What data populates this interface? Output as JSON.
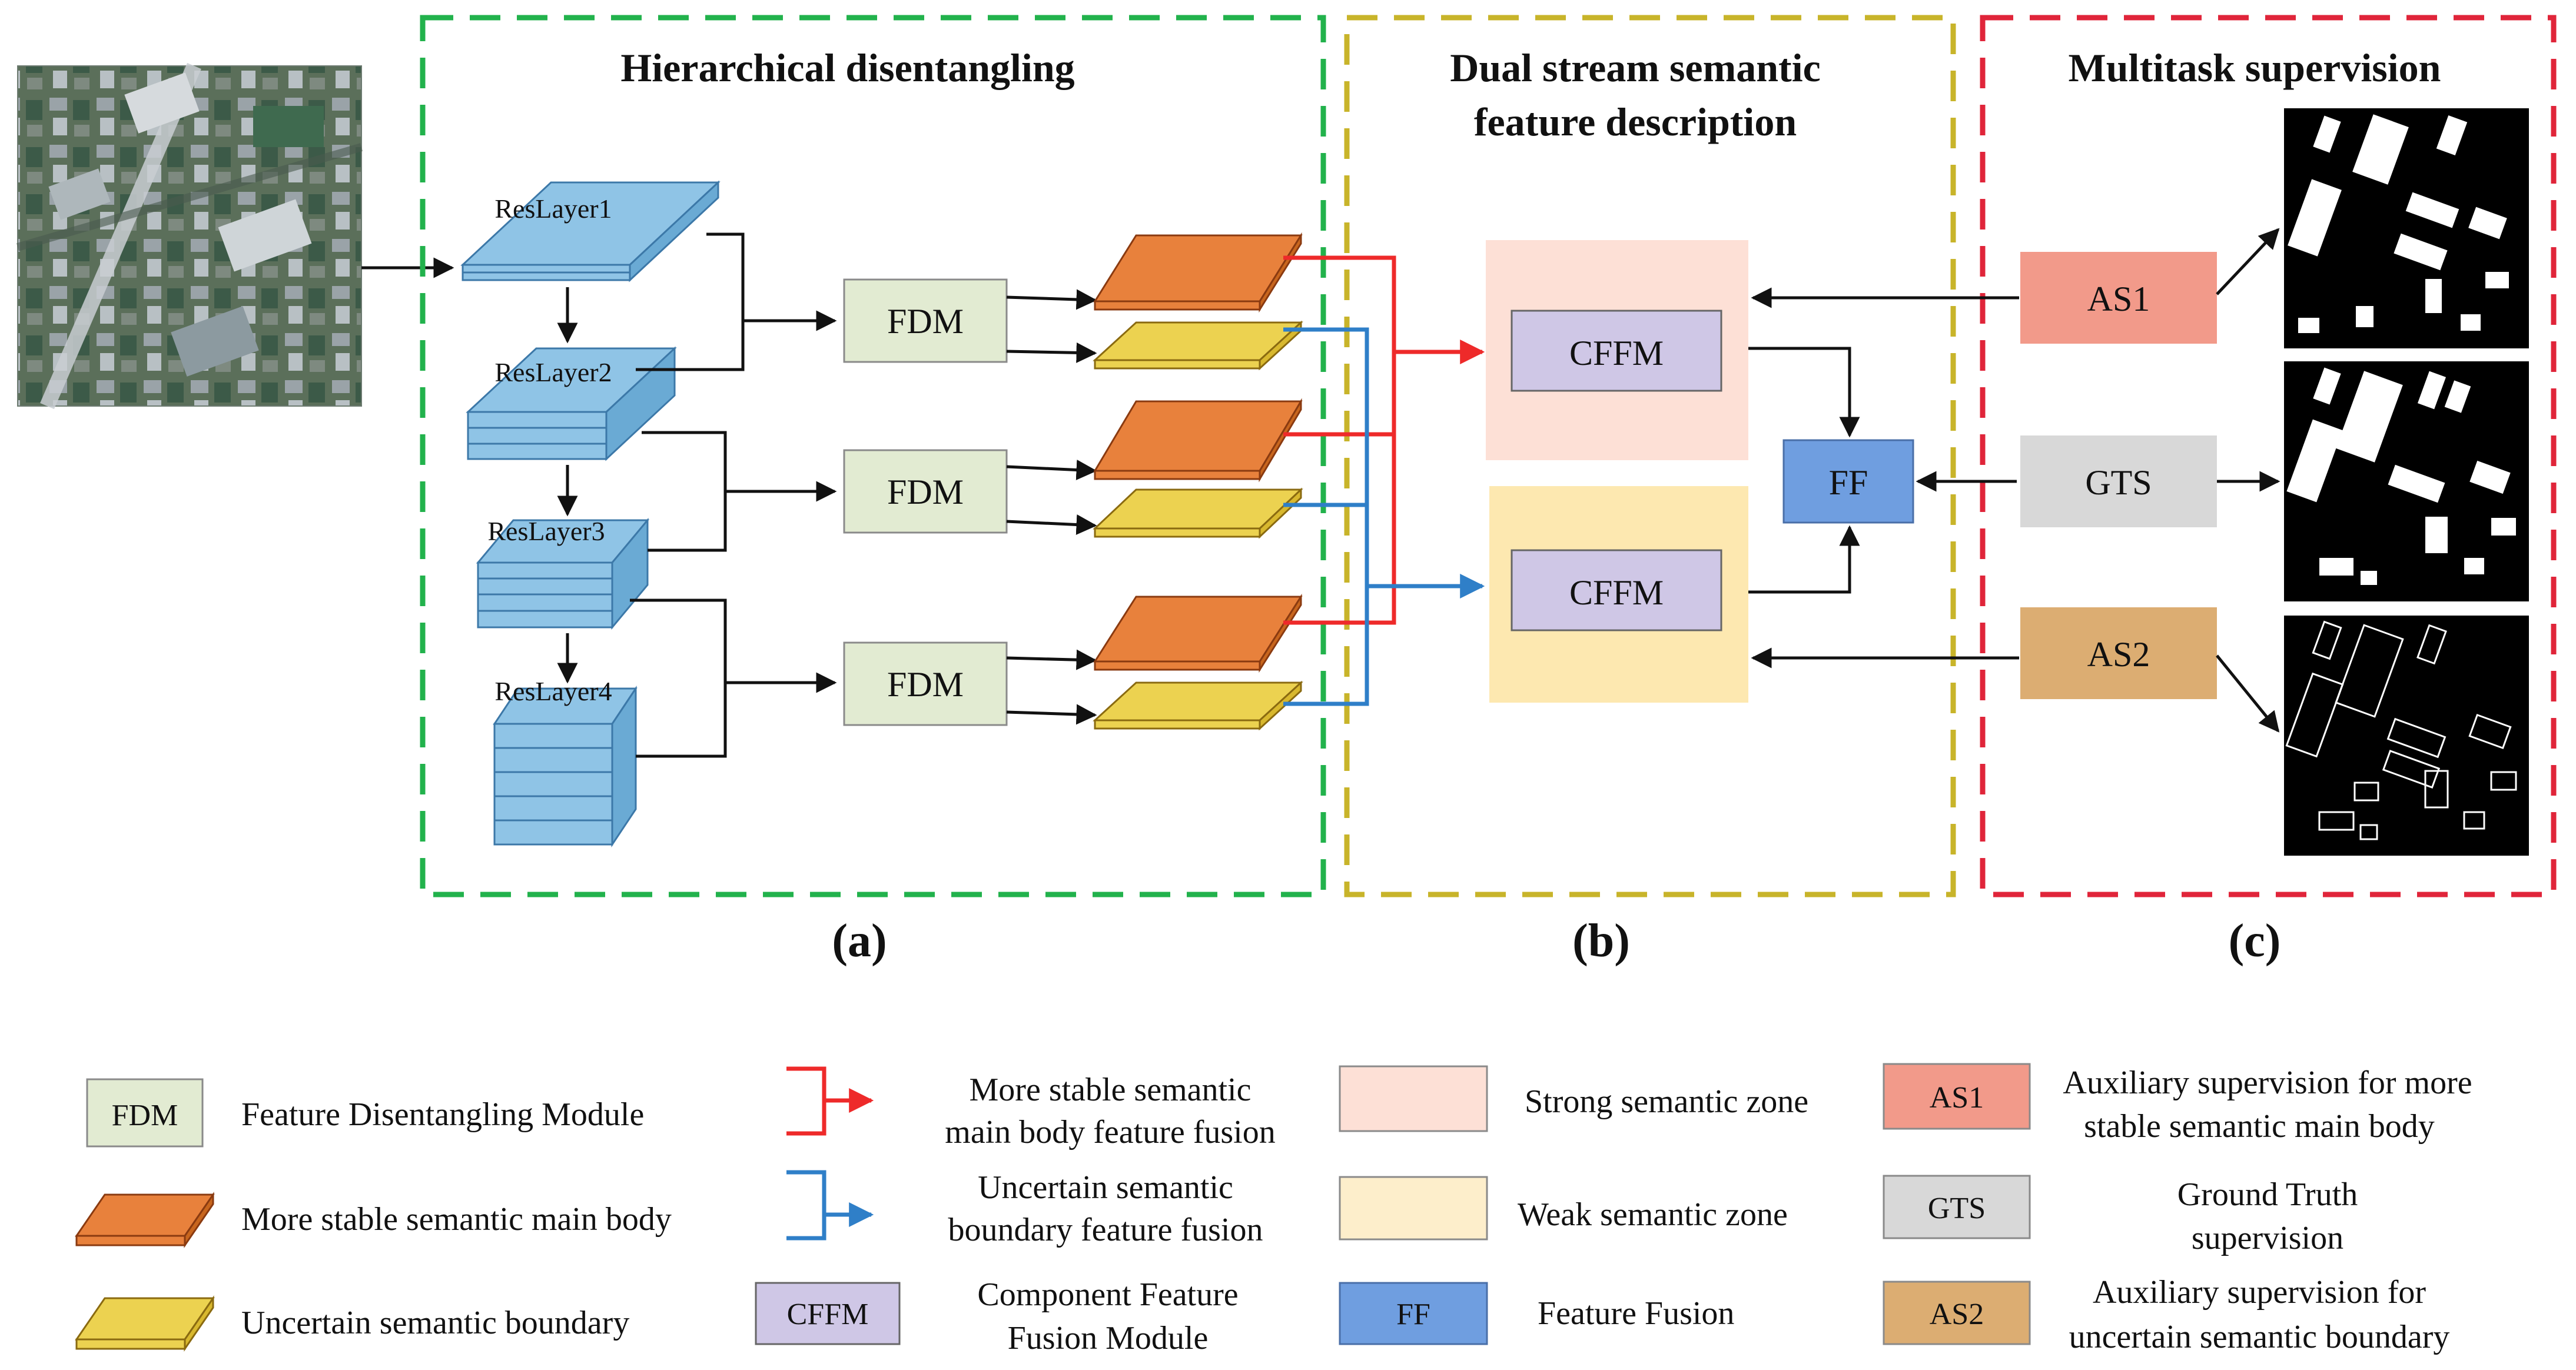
{
  "panels": {
    "a": {
      "title": "Hierarchical disentangling",
      "label": "(a)",
      "color": "#22b24c"
    },
    "b": {
      "title_line1": "Dual stream semantic",
      "title_line2": "feature description",
      "label": "(b)",
      "color": "#c8b42a"
    },
    "c": {
      "title": "Multitask supervision",
      "label": "(c)",
      "color": "#e0253a"
    }
  },
  "backbone": {
    "layers": [
      "ResLayer1",
      "ResLayer2",
      "ResLayer3",
      "ResLayer4"
    ]
  },
  "modules": {
    "fdm": "FDM",
    "cffm": "CFFM",
    "ff": "FF",
    "as1": "AS1",
    "gts": "GTS",
    "as2": "AS2"
  },
  "legend": {
    "fdm": {
      "box": "FDM",
      "text": "Feature Disentangling Module"
    },
    "main_body": {
      "text": "More stable semantic main body"
    },
    "boundary": {
      "text": "Uncertain semantic boundary"
    },
    "red_arrow": {
      "line1": "More stable semantic",
      "line2": "main body feature fusion"
    },
    "blue_arrow": {
      "line1": "Uncertain semantic",
      "line2": "boundary feature fusion"
    },
    "cffm": {
      "box": "CFFM",
      "line1": "Component Feature",
      "line2": "Fusion Module"
    },
    "strong_zone": {
      "text": "Strong semantic zone"
    },
    "weak_zone": {
      "text": "Weak semantic zone"
    },
    "ff": {
      "box": "FF",
      "text": "Feature Fusion"
    },
    "as1": {
      "box": "AS1",
      "line1": "Auxiliary supervision for more",
      "line2": "stable semantic main body"
    },
    "gts": {
      "box": "GTS",
      "line1": "Ground Truth",
      "line2": "supervision"
    },
    "as2": {
      "box": "AS2",
      "line1": "Auxiliary supervision for",
      "line2": "uncertain semantic boundary"
    }
  },
  "colors": {
    "layer_blue": "#8fc4e6",
    "fdm_fill": "#e2ebd2",
    "main_body_orange": "#e8813c",
    "boundary_yellow": "#ecd250",
    "red_line": "#ee2a2a",
    "blue_line": "#2f7fc8",
    "cffm_fill": "#cfc7e6",
    "strong_zone": "#fde0d6",
    "weak_zone": "#fde8b0",
    "ff_fill": "#6f9ee0",
    "as1_fill": "#f29a8a",
    "gts_fill": "#d8d8d8",
    "as2_fill": "#dcad72"
  }
}
